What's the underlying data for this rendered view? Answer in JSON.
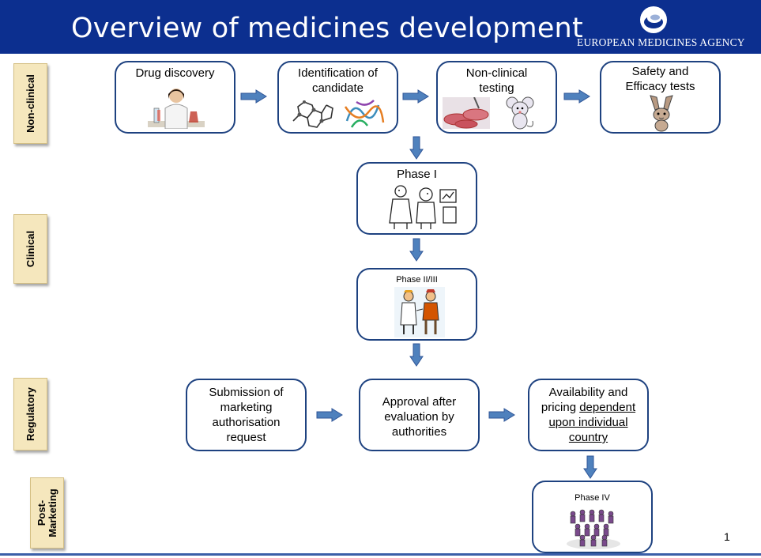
{
  "title": "Overview of medicines development",
  "agency": "EUROPEAN MEDICINES AGENCY",
  "stages": [
    "Non-clinical",
    "Clinical",
    "Regulatory",
    "Post-\nMarketing"
  ],
  "boxes": {
    "drug_discovery": "Drug discovery",
    "identification": "Identification of candidate",
    "nonclinical_testing": "Non-clinical testing",
    "safety_efficacy": "Safety and Efficacy tests",
    "phase1": "Phase I",
    "phase23": "Phase II/III",
    "submission": "Submission of marketing authorisation request",
    "approval": "Approval after evaluation by authorities",
    "availability_prefix": "Availability and pricing ",
    "availability_underlined": "dependent upon individual country",
    "phase4": "Phase IV"
  },
  "page_number": "1",
  "colors": {
    "header": "#0c2f8f",
    "box_border": "#1e4280",
    "arrow": "#4f81bd",
    "stage_bg": "#f5e7bd"
  }
}
